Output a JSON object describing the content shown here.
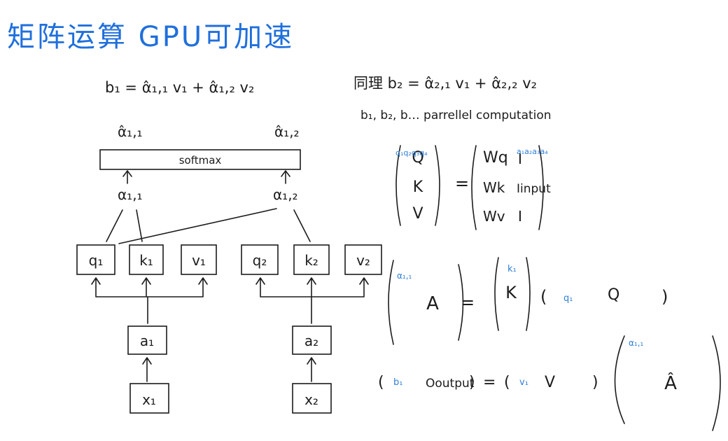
{
  "title": "矩阵运算 GPU可加速",
  "equations": {
    "b1": "b₁ = α̂₁,₁ v₁ + α̂₁,₂ v₂",
    "b2": "同理  b₂ = α̂₂,₁ v₁ + α̂₂,₂ v₂",
    "parallel": "b₁, b₂, b… parrellel computation"
  },
  "diagram": {
    "softmax_label": "softmax",
    "alpha_hat_11": "α̂₁,₁",
    "alpha_hat_12": "α̂₁,₂",
    "alpha_11": "α₁,₁",
    "alpha_12": "α₁,₂",
    "q1": "q₁",
    "k1": "k₁",
    "v1": "v₁",
    "q2": "q₂",
    "k2": "k₂",
    "v2": "v₂",
    "a1": "a₁",
    "a2": "a₂",
    "x1": "x₁",
    "x2": "x₂"
  },
  "matrix_qkv": {
    "left_rows": [
      "Q",
      "K",
      "V"
    ],
    "left_note": "q₁q₂q₃q₄",
    "weights": [
      "Wq",
      "Wk",
      "Wv"
    ],
    "inputs": [
      "I",
      "Iinput",
      "I"
    ],
    "input_note": "a₁a₂a₃a₄",
    "equals": "="
  },
  "matrix_attention": {
    "A": "A",
    "A_note": "α₁,₁",
    "K": "K",
    "K_note": "k₁",
    "q_note": "q₁",
    "Q": "Q",
    "equals": "="
  },
  "matrix_output": {
    "b_note": "b₁",
    "O": "Ooutput",
    "v_note": "v₁",
    "V": "V",
    "A_hat": "Â",
    "A_hat_note": "α₁,₁",
    "equals": "="
  },
  "colors": {
    "title": "#1f6fdc",
    "note": "#2f7fd6",
    "ink": "#1c1c1c"
  }
}
